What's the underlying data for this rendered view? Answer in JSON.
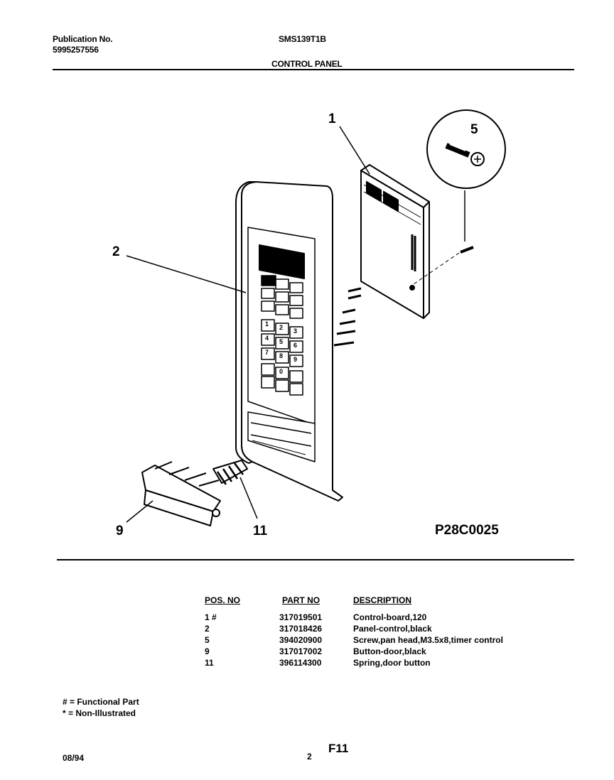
{
  "header": {
    "publication_label": "Publication No.",
    "publication_number": "5995257556",
    "model": "SMS139T1B",
    "section_title": "CONTROL PANEL"
  },
  "diagram": {
    "callouts": [
      "1",
      "2",
      "5",
      "9",
      "11"
    ],
    "figure_code": "P28C0025",
    "keypad_digits": [
      "1",
      "2",
      "3",
      "4",
      "5",
      "6",
      "7",
      "8",
      "9",
      "0"
    ]
  },
  "parts_table": {
    "headers": [
      "POS. NO",
      "PART NO",
      "DESCRIPTION"
    ],
    "rows": [
      {
        "pos": "1 #",
        "part": "317019501",
        "desc": "Control-board,120"
      },
      {
        "pos": "2",
        "part": "317018426",
        "desc": "Panel-control,black"
      },
      {
        "pos": "5",
        "part": "394020900",
        "desc": "Screw,pan head,M3.5x8,timer control"
      },
      {
        "pos": "9",
        "part": "317017002",
        "desc": "Button-door,black"
      },
      {
        "pos": "11",
        "part": "396114300",
        "desc": "Spring,door button"
      }
    ]
  },
  "legend": {
    "functional": "# = Functional Part",
    "non_illustrated": "* = Non-Illustrated"
  },
  "footer": {
    "date": "08/94",
    "page_number": "2",
    "page_code": "F11"
  }
}
